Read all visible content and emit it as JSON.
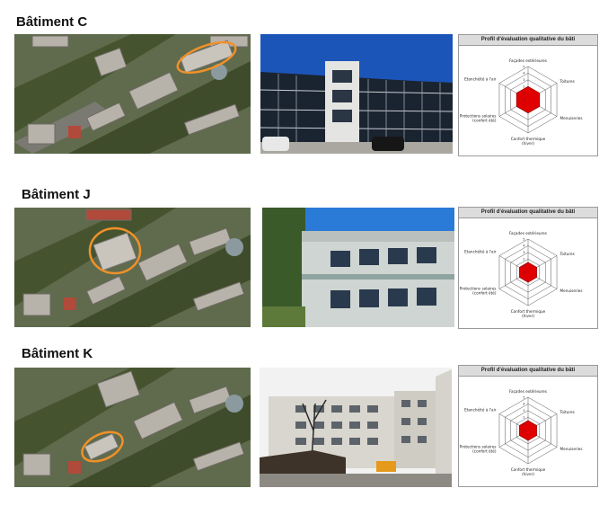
{
  "buildings": [
    {
      "title": "Bâtiment C",
      "chart": {
        "title": "Profil d'évaluation qualitative du bâti",
        "axes": [
          "Façades extérieures",
          "Toitures",
          "Menuiseries",
          "Confort thermique (hiver)",
          "Protections solaires (confort été)",
          "Etanchéité à l'air"
        ],
        "ticks": [
          "0",
          "1",
          "2",
          "3",
          "4",
          "5"
        ],
        "values": [
          2,
          2,
          2,
          2,
          2,
          2
        ],
        "max": 5,
        "color": "#e10000"
      }
    },
    {
      "title": "Bâtiment J",
      "chart": {
        "title": "Profil d'évaluation qualitative du bâti",
        "axes": [
          "Façades extérieures",
          "Toitures",
          "Menuiseries",
          "Confort thermique (hiver)",
          "Protections solaires (confort été)",
          "Etanchéité à l'air"
        ],
        "ticks": [
          "0",
          "1",
          "2",
          "3",
          "4",
          "5"
        ],
        "values": [
          1.5,
          1.5,
          1.5,
          1.5,
          1.5,
          1.5
        ],
        "max": 5,
        "color": "#e10000"
      }
    },
    {
      "title": "Bâtiment K",
      "chart": {
        "title": "Profil d'évaluation qualitative du bâti",
        "axes": [
          "Façades extérieures",
          "Toitures",
          "Menuiseries",
          "Confort thermique (hiver)",
          "Protections solaires (confort été)",
          "Etanchéité à l'air"
        ],
        "ticks": [
          "0",
          "1",
          "2",
          "3",
          "4",
          "5"
        ],
        "values": [
          1.5,
          1.5,
          1.5,
          1.5,
          1.5,
          1.5
        ],
        "max": 5,
        "color": "#e10000"
      }
    }
  ]
}
